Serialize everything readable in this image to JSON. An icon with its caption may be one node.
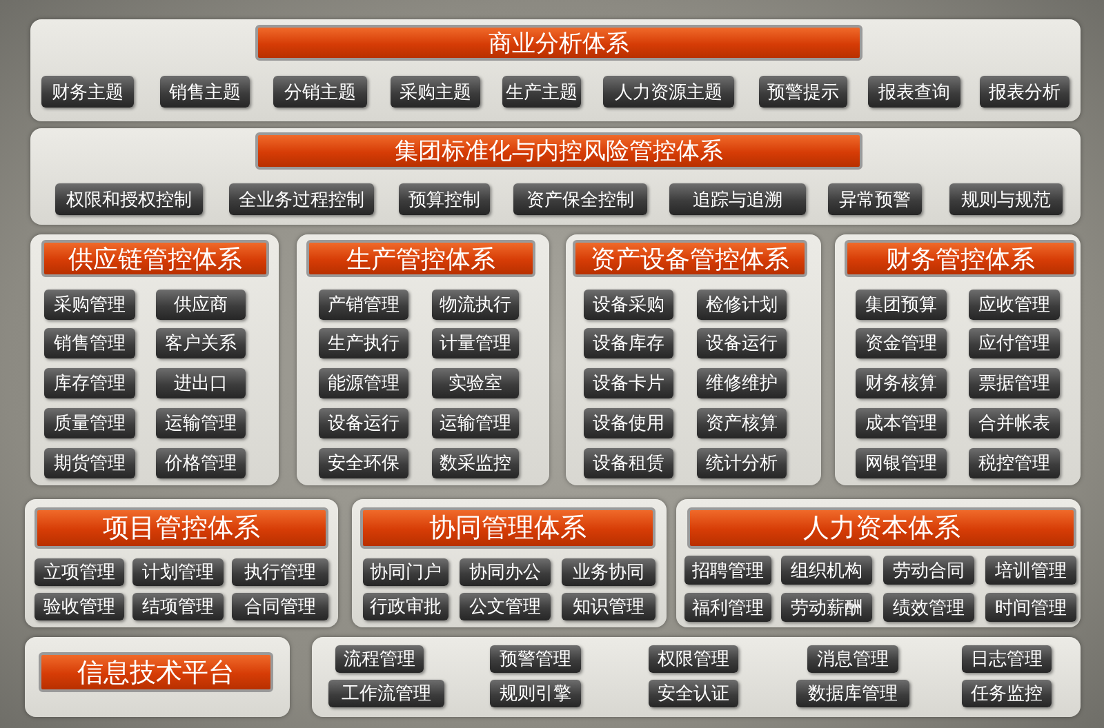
{
  "diagram": {
    "nodes": [
      {
        "text": [
          "商业分析体系"
        ]
      },
      {
        "text": [
          "财务主题"
        ],
        "in": 0
      },
      {
        "text": [
          "销售主题"
        ],
        "in": 0
      },
      {
        "text": [
          "分销主题"
        ],
        "in": 0
      },
      {
        "text": [
          "采购主题"
        ],
        "in": 0
      },
      {
        "text": [
          "生产主题"
        ],
        "in": 0
      },
      {
        "text": [
          "人力资源主题"
        ],
        "in": 0
      },
      {
        "text": [
          "预警提示"
        ],
        "in": 0
      },
      {
        "text": [
          "报表查询"
        ],
        "in": 0
      },
      {
        "text": [
          "报表分析"
        ],
        "in": 0
      },
      {
        "text": [
          "集团标准化与内控风险管控体系"
        ]
      },
      {
        "text": [
          "权限和授权控制"
        ],
        "in": 10
      },
      {
        "text": [
          "全业务过程控制"
        ],
        "in": 10
      },
      {
        "text": [
          "预算控制"
        ],
        "in": 10
      },
      {
        "text": [
          "资产保全控制"
        ],
        "in": 10
      },
      {
        "text": [
          "追踪与追溯"
        ],
        "in": 10
      },
      {
        "text": [
          "异常预警"
        ],
        "in": 10
      },
      {
        "text": [
          "规则与规范"
        ],
        "in": 10
      },
      {
        "text": [
          "供应链管控体系"
        ]
      },
      {
        "text": [
          "采购管理"
        ],
        "in": 18
      },
      {
        "text": [
          "供应商"
        ],
        "in": 18
      },
      {
        "text": [
          "销售管理"
        ],
        "in": 18
      },
      {
        "text": [
          "客户关系"
        ],
        "in": 18
      },
      {
        "text": [
          "库存管理"
        ],
        "in": 18
      },
      {
        "text": [
          "进出口"
        ],
        "in": 18
      },
      {
        "text": [
          "质量管理"
        ],
        "in": 18
      },
      {
        "text": [
          "运输管理"
        ],
        "in": 18
      },
      {
        "text": [
          "期货管理"
        ],
        "in": 18
      },
      {
        "text": [
          "价格管理"
        ],
        "in": 18
      },
      {
        "text": [
          "生产管控体系"
        ]
      },
      {
        "text": [
          "产销管理"
        ],
        "in": 29
      },
      {
        "text": [
          "物流执行"
        ],
        "in": 29
      },
      {
        "text": [
          "生产执行"
        ],
        "in": 29
      },
      {
        "text": [
          "计量管理"
        ],
        "in": 29
      },
      {
        "text": [
          "能源管理"
        ],
        "in": 29
      },
      {
        "text": [
          "实验室"
        ],
        "in": 29
      },
      {
        "text": [
          "设备运行"
        ],
        "in": 29
      },
      {
        "text": [
          "运输管理"
        ],
        "in": 29
      },
      {
        "text": [
          "安全环保"
        ],
        "in": 29
      },
      {
        "text": [
          "数采监控"
        ],
        "in": 29
      },
      {
        "text": [
          "资产设备管控体系"
        ]
      },
      {
        "text": [
          "设备采购"
        ],
        "in": 40
      },
      {
        "text": [
          "检修计划"
        ],
        "in": 40
      },
      {
        "text": [
          "设备库存"
        ],
        "in": 40
      },
      {
        "text": [
          "设备运行"
        ],
        "in": 40
      },
      {
        "text": [
          "设备卡片"
        ],
        "in": 40
      },
      {
        "text": [
          "维修维护"
        ],
        "in": 40
      },
      {
        "text": [
          "设备使用"
        ],
        "in": 40
      },
      {
        "text": [
          "资产核算"
        ],
        "in": 40
      },
      {
        "text": [
          "设备租赁"
        ],
        "in": 40
      },
      {
        "text": [
          "统计分析"
        ],
        "in": 40
      },
      {
        "text": [
          "财务管控体系"
        ]
      },
      {
        "text": [
          "集团预算"
        ],
        "in": 51
      },
      {
        "text": [
          "应收管理"
        ],
        "in": 51
      },
      {
        "text": [
          "资金管理"
        ],
        "in": 51
      },
      {
        "text": [
          "应付管理"
        ],
        "in": 51
      },
      {
        "text": [
          "财务核算"
        ],
        "in": 51
      },
      {
        "text": [
          "票据管理"
        ],
        "in": 51
      },
      {
        "text": [
          "成本管理"
        ],
        "in": 51
      },
      {
        "text": [
          "合并帐表"
        ],
        "in": 51
      },
      {
        "text": [
          "网银管理"
        ],
        "in": 51
      },
      {
        "text": [
          "税控管理"
        ],
        "in": 51
      },
      {
        "text": [
          "项目管控体系"
        ]
      },
      {
        "text": [
          "立项管理"
        ],
        "in": 62
      },
      {
        "text": [
          "计划管理"
        ],
        "in": 62
      },
      {
        "text": [
          "执行管理"
        ],
        "in": 62
      },
      {
        "text": [
          "验收管理"
        ],
        "in": 62
      },
      {
        "text": [
          "结项管理"
        ],
        "in": 62
      },
      {
        "text": [
          "合同管理"
        ],
        "in": 62
      },
      {
        "text": [
          "协同管理体系"
        ]
      },
      {
        "text": [
          "协同门户"
        ],
        "in": 69
      },
      {
        "text": [
          "协同办公"
        ],
        "in": 69
      },
      {
        "text": [
          "业务协同"
        ],
        "in": 69
      },
      {
        "text": [
          "行政审批"
        ],
        "in": 69
      },
      {
        "text": [
          "公文管理"
        ],
        "in": 69
      },
      {
        "text": [
          "知识管理"
        ],
        "in": 69
      },
      {
        "text": [
          "人力资本体系"
        ]
      },
      {
        "text": [
          "招聘管理"
        ],
        "in": 76
      },
      {
        "text": [
          "组织机构"
        ],
        "in": 76
      },
      {
        "text": [
          "劳动合同"
        ],
        "in": 76
      },
      {
        "text": [
          "培训管理"
        ],
        "in": 76
      },
      {
        "text": [
          "福利管理"
        ],
        "in": 76
      },
      {
        "text": [
          "劳动薪酬"
        ],
        "in": 76
      },
      {
        "text": [
          "绩效管理"
        ],
        "in": 76
      },
      {
        "text": [
          "时间管理"
        ],
        "in": 76
      },
      {
        "text": [
          "信息技术平台"
        ]
      },
      {
        "text": [],
        "shape": "box"
      },
      {
        "text": [
          "流程管理"
        ],
        "in": 86
      },
      {
        "text": [
          "预警管理"
        ],
        "in": 86
      },
      {
        "text": [
          "权限管理"
        ],
        "in": 86
      },
      {
        "text": [
          "消息管理"
        ],
        "in": 86
      },
      {
        "text": [
          "日志管理"
        ],
        "in": 86
      },
      {
        "text": [
          "工作流管理"
        ],
        "in": 86
      },
      {
        "text": [
          "规则引擎"
        ],
        "in": 86
      },
      {
        "text": [
          "安全认证"
        ],
        "in": 86
      },
      {
        "text": [
          "数据库管理"
        ],
        "in": 86
      },
      {
        "text": [
          "任务监控"
        ],
        "in": 86
      }
    ]
  }
}
